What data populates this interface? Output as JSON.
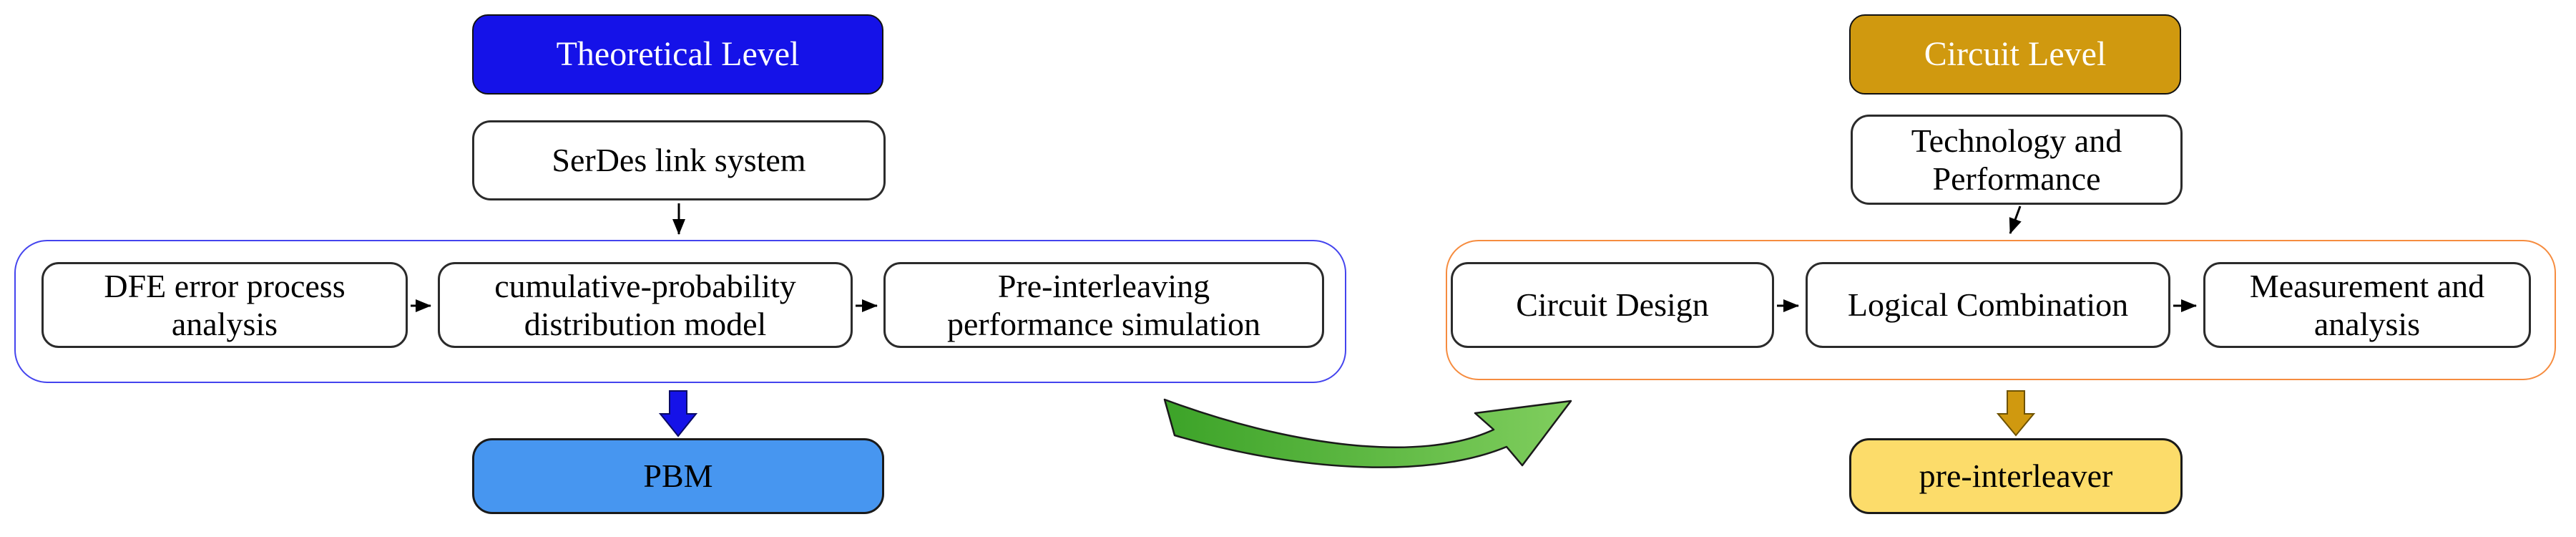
{
  "figure": {
    "left": {
      "header": "Theoretical Level",
      "input_box": "SerDes link system",
      "steps": [
        {
          "line1": "DFE error process",
          "line2": "analysis"
        },
        {
          "line1": "cumulative-probability",
          "line2": "distribution model"
        },
        {
          "line1": "Pre-interleaving",
          "line2": "performance simulation"
        }
      ],
      "output_box": "PBM"
    },
    "right": {
      "header": "Circuit Level",
      "input_box": {
        "line1": "Technology and",
        "line2": "Performance"
      },
      "steps": [
        {
          "line1": "Circuit Design",
          "line2": ""
        },
        {
          "line1": "Logical Combination",
          "line2": ""
        },
        {
          "line1": "Measurement and",
          "line2": "analysis"
        }
      ],
      "output_box": "pre-interleaver"
    }
  },
  "colors": {
    "header-blue": "#1512E8",
    "header-gold": "#D0990F",
    "pbm-blue": "#4796F0",
    "interleaver-yellow": "#FCDC6A",
    "container-blue-border": "#4444EE",
    "container-orange-border": "#F68C3F",
    "thick-blue-arrow": "#1512E8",
    "thick-gold-arrow": "#D0990F",
    "green-arrow-start": "#3CA328",
    "green-arrow-end": "#80CE5E"
  }
}
